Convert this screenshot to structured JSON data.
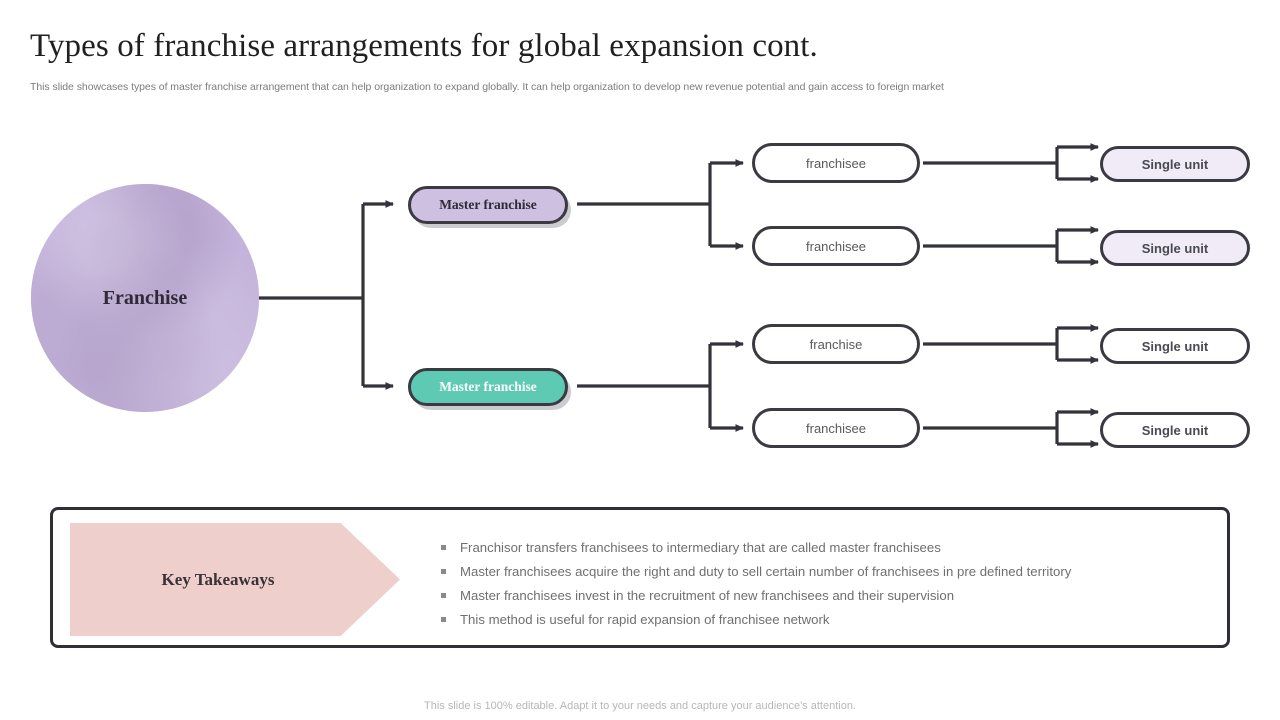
{
  "header": {
    "title": "Types of franchise arrangements for global expansion cont.",
    "subtitle": "This slide showcases types of master franchise arrangement that can help organization to expand globally. It can help organization to develop new revenue potential and gain access to foreign market"
  },
  "diagram": {
    "root": {
      "label": "Franchise",
      "shape": "circle",
      "fill": "#c5b4dc"
    },
    "branches": [
      {
        "master": {
          "label": "Master franchise",
          "fill": "#cdc0e0",
          "text_color": "#2f2a3a"
        },
        "children": [
          {
            "label": "franchisee",
            "unit": {
              "label": "Single unit",
              "fill": "#f0ebf6"
            }
          },
          {
            "label": "franchisee",
            "unit": {
              "label": "Single unit",
              "fill": "#f0ebf6"
            }
          }
        ]
      },
      {
        "master": {
          "label": "Master franchise",
          "fill": "#5ecab3",
          "text_color": "#ffffff"
        },
        "children": [
          {
            "label": "franchise",
            "unit": {
              "label": "Single unit",
              "fill": "#ffffff"
            }
          },
          {
            "label": "franchisee",
            "unit": {
              "label": "Single unit",
              "fill": "#ffffff"
            }
          }
        ]
      }
    ]
  },
  "key_takeaways": {
    "heading": "Key Takeaways",
    "accent_color": "#eecfcb",
    "items": [
      "Franchisor transfers franchisees to intermediary that are called master franchisees",
      "Master franchisees acquire the right and duty to sell certain number of franchisees in pre defined territory",
      "Master franchisees invest in the recruitment of new franchisees and their supervision",
      "This method is useful for rapid expansion of franchisee network"
    ]
  },
  "footer": {
    "note": "This slide is 100% editable. Adapt it to your needs and capture your audience's attention."
  }
}
